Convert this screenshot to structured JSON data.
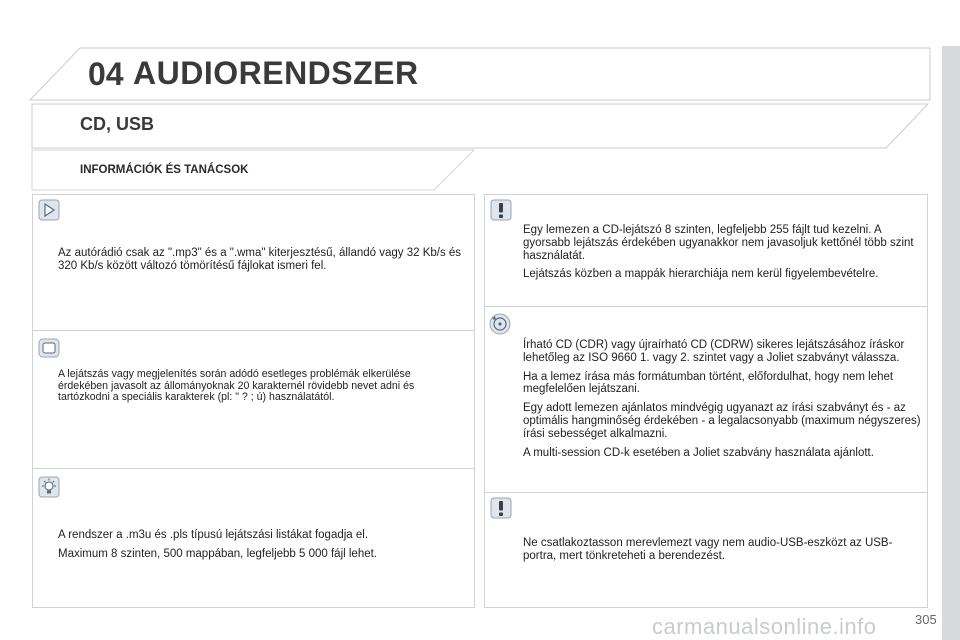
{
  "header": {
    "chapter_number": "04",
    "chapter_title": "AUDIORENDSZER"
  },
  "section": {
    "title": "CD, USB",
    "subtitle": "INFORMÁCIÓK ÉS TANÁCSOK"
  },
  "left_boxes": [
    {
      "icon": "play-triangle-icon",
      "paragraphs": [
        "Az autórádió csak az \".mp3\" és a \".wma\" kiterjesztésű, állandó vagy 32 Kb/s és 320 Kb/s között változó tömörítésű fájlokat ismeri fel."
      ]
    },
    {
      "icon": "rounded-square-icon",
      "paragraphs": [
        "A lejátszás vagy megjelenítés során adódó esetleges problémák elkerülése érdekében javasolt az állományoknak 20 karakternél rövidebb nevet adni és tartózkodni a speciális karakterek (pl: \" ? ; ú) használatától."
      ]
    },
    {
      "icon": "lightbulb-icon",
      "paragraphs": [
        "A rendszer a .m3u és .pls típusú lejátszási listákat fogadja el.",
        "Maximum 8 szinten, 500 mappában, legfeljebb 5 000 fájl lehet."
      ]
    }
  ],
  "right_boxes": [
    {
      "icon": "warning-exclamation-icon",
      "paragraphs": [
        "Egy lemezen a CD-lejátszó 8 szinten, legfeljebb 255 fájlt tud kezelni. A gyorsabb lejátszás érdekében ugyanakkor nem javasoljuk kettőnél több szint használatát.",
        "Lejátszás közben a mappák hierarchiája nem kerül figyelembevételre."
      ]
    },
    {
      "icon": "recycle-cd-icon",
      "paragraphs": [
        "Írható CD (CDR) vagy újraírható CD (CDRW) sikeres lejátszásához íráskor lehetőleg az ISO 9660 1. vagy 2. szintet vagy a Joliet szabványt válassza.",
        "Ha a lemez írása más formátumban történt, előfordulhat, hogy nem lehet megfelelően lejátszani.",
        "Egy adott lemezen ajánlatos mindvégig ugyanazt az írási szabványt és - az optimális hangminőség érdekében - a legalacsonyabb (maximum négyszeres) írási sebességet alkalmazni.",
        "A multi-session CD-k esetében a Joliet szabvány használata ajánlott."
      ]
    },
    {
      "icon": "warning-exclamation-icon",
      "paragraphs": [
        "Ne csatlakoztasson merevlemezt vagy nem audio-USB-eszközt az USB-portra, mert tönkreteheti a berendezést."
      ]
    }
  ],
  "footer": {
    "page_number": "305",
    "watermark": "carmanualsonline.info"
  }
}
